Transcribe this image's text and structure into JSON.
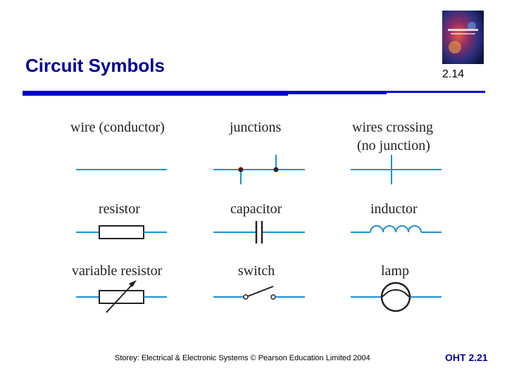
{
  "slide": {
    "title": "Circuit Symbols",
    "number": "2.14",
    "footer": "Storey: Electrical & Electronic Systems © Pearson Education Limited 2004",
    "oht": "OHT 2.21"
  },
  "symbols": {
    "wire": "wire (conductor)",
    "junctions": "junctions",
    "crossing_line1": "wires crossing",
    "crossing_line2": "(no junction)",
    "resistor": "resistor",
    "capacitor": "capacitor",
    "inductor": "inductor",
    "variable_resistor": "variable resistor",
    "switch": "switch",
    "lamp": "lamp"
  },
  "colors": {
    "title": "#000099",
    "rule_dark": "#0000cc",
    "wire": "#1e90d0",
    "symbol": "#222222"
  }
}
